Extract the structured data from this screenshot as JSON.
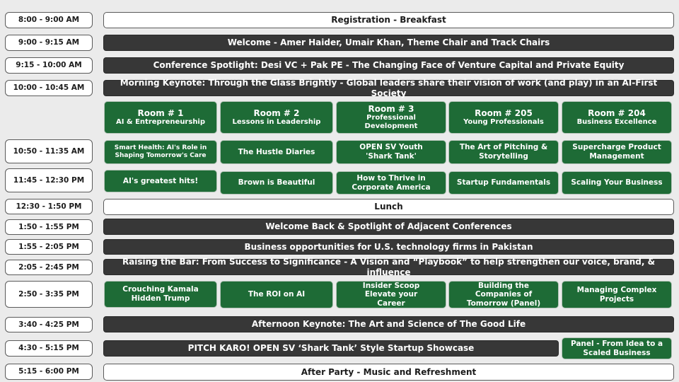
{
  "rooms": [
    {
      "title": "Room # 1",
      "subtitle": "AI & Entrepreneurship"
    },
    {
      "title": "Room # 2",
      "subtitle": "Lessons in Leadership"
    },
    {
      "title": "Room # 3",
      "subtitle": "Professional Development"
    },
    {
      "title": "Room # 205",
      "subtitle": "Young Professionals"
    },
    {
      "title": "Room # 204",
      "subtitle": "Business Excellence"
    }
  ],
  "schedule": [
    {
      "time": "8:00 - 9:00 AM",
      "title": "Registration - Breakfast"
    },
    {
      "time": "9:00 - 9:15 AM",
      "title": "Welcome - Amer Haider, Umair Khan, Theme Chair and Track Chairs"
    },
    {
      "time": "9:15 - 10:00 AM",
      "title": "Conference Spotlight: Desi VC + Pak PE - The Changing Face of Venture Capital and Private Equity"
    },
    {
      "time": "10:00 - 10:45 AM",
      "title": "Morning Keynote:  Through the Glass Brightly - Global leaders share their vision of work (and play) in an AI-First Society"
    },
    {
      "time": "10:50 - 11:35 AM",
      "sessions": [
        "Smart Health: AI's Role in Shaping Tomorrow's Care",
        "The Hustle Diaries",
        "OPEN SV Youth 'Shark Tank'",
        "The Art of Pitching & Storytelling",
        "Supercharge Product Management"
      ]
    },
    {
      "time": "11:45 - 12:30 PM",
      "sessions": [
        "AI's greatest hits!",
        "Brown is Beautiful",
        "How to Thrive in Corporate America",
        "Startup Fundamentals",
        "Scaling Your Business"
      ]
    },
    {
      "time": "12:30 - 1:50 PM",
      "title": "Lunch"
    },
    {
      "time": "1:50 - 1:55 PM",
      "title": "Welcome Back & Spotlight of Adjacent Conferences"
    },
    {
      "time": "1:55 - 2:05 PM",
      "title": "Business opportunities for U.S. technology firms in Pakistan"
    },
    {
      "time": "2:05 - 2:45 PM",
      "title": "Raising the Bar: From Success to Significance - A Vision and “Playbook” to help strengthen our voice, brand, & influence"
    },
    {
      "time": "2:50 - 3:35 PM",
      "sessions": [
        "Crouching Kamala Hidden Trump",
        "The ROI on AI",
        "Insider Scoop Elevate your Career",
        "Building the Companies of Tomorrow (Panel)",
        "Managing Complex Projects"
      ]
    },
    {
      "time": "3:40 - 4:25 PM",
      "title": "Afternoon Keynote: The Art and Science of The Good Life"
    },
    {
      "time": "4:30 - 5:15 PM",
      "title": "PITCH KARO! OPEN SV ‘Shark Tank’ Style Startup Showcase",
      "side": "Panel - From Idea to a Scaled Business"
    },
    {
      "time": "5:15 - 6:00 PM",
      "title": "After Party - Music and Refreshment"
    }
  ],
  "colors": {
    "dark": "#373737",
    "green": "#1e6b36",
    "background": "#ebebeb"
  }
}
